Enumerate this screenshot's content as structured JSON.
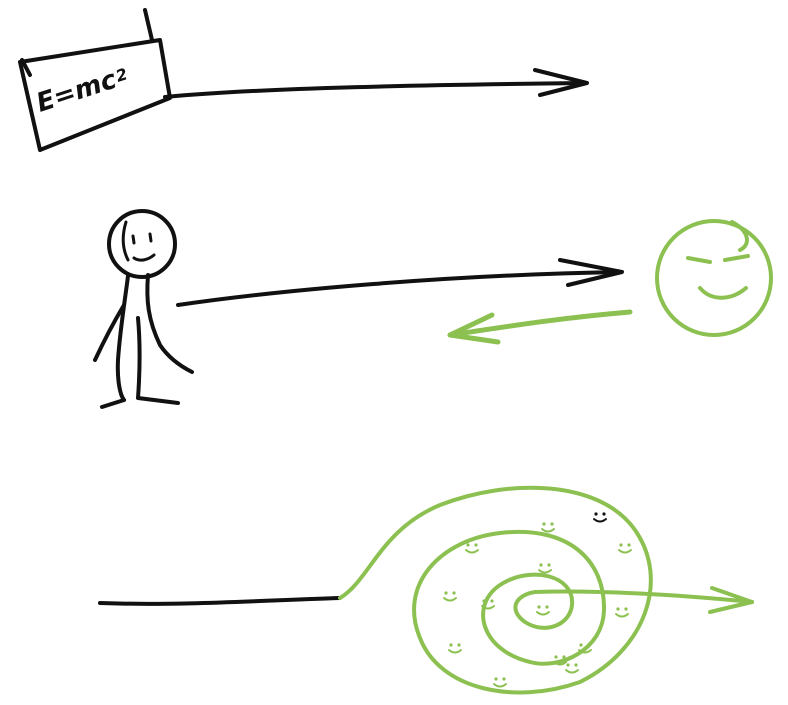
{
  "colors": {
    "ink": "#111111",
    "green": "#8cc152"
  },
  "panels": [
    {
      "id": "formula-panel",
      "sign_text": "E=mc",
      "sign_exponent": "2",
      "arrow_direction": "right"
    },
    {
      "id": "person-panel",
      "outgoing_arrow_direction": "right",
      "returning_arrow_direction": "left"
    },
    {
      "id": "spiral-panel",
      "outgoing_arrow_direction": "right"
    }
  ]
}
